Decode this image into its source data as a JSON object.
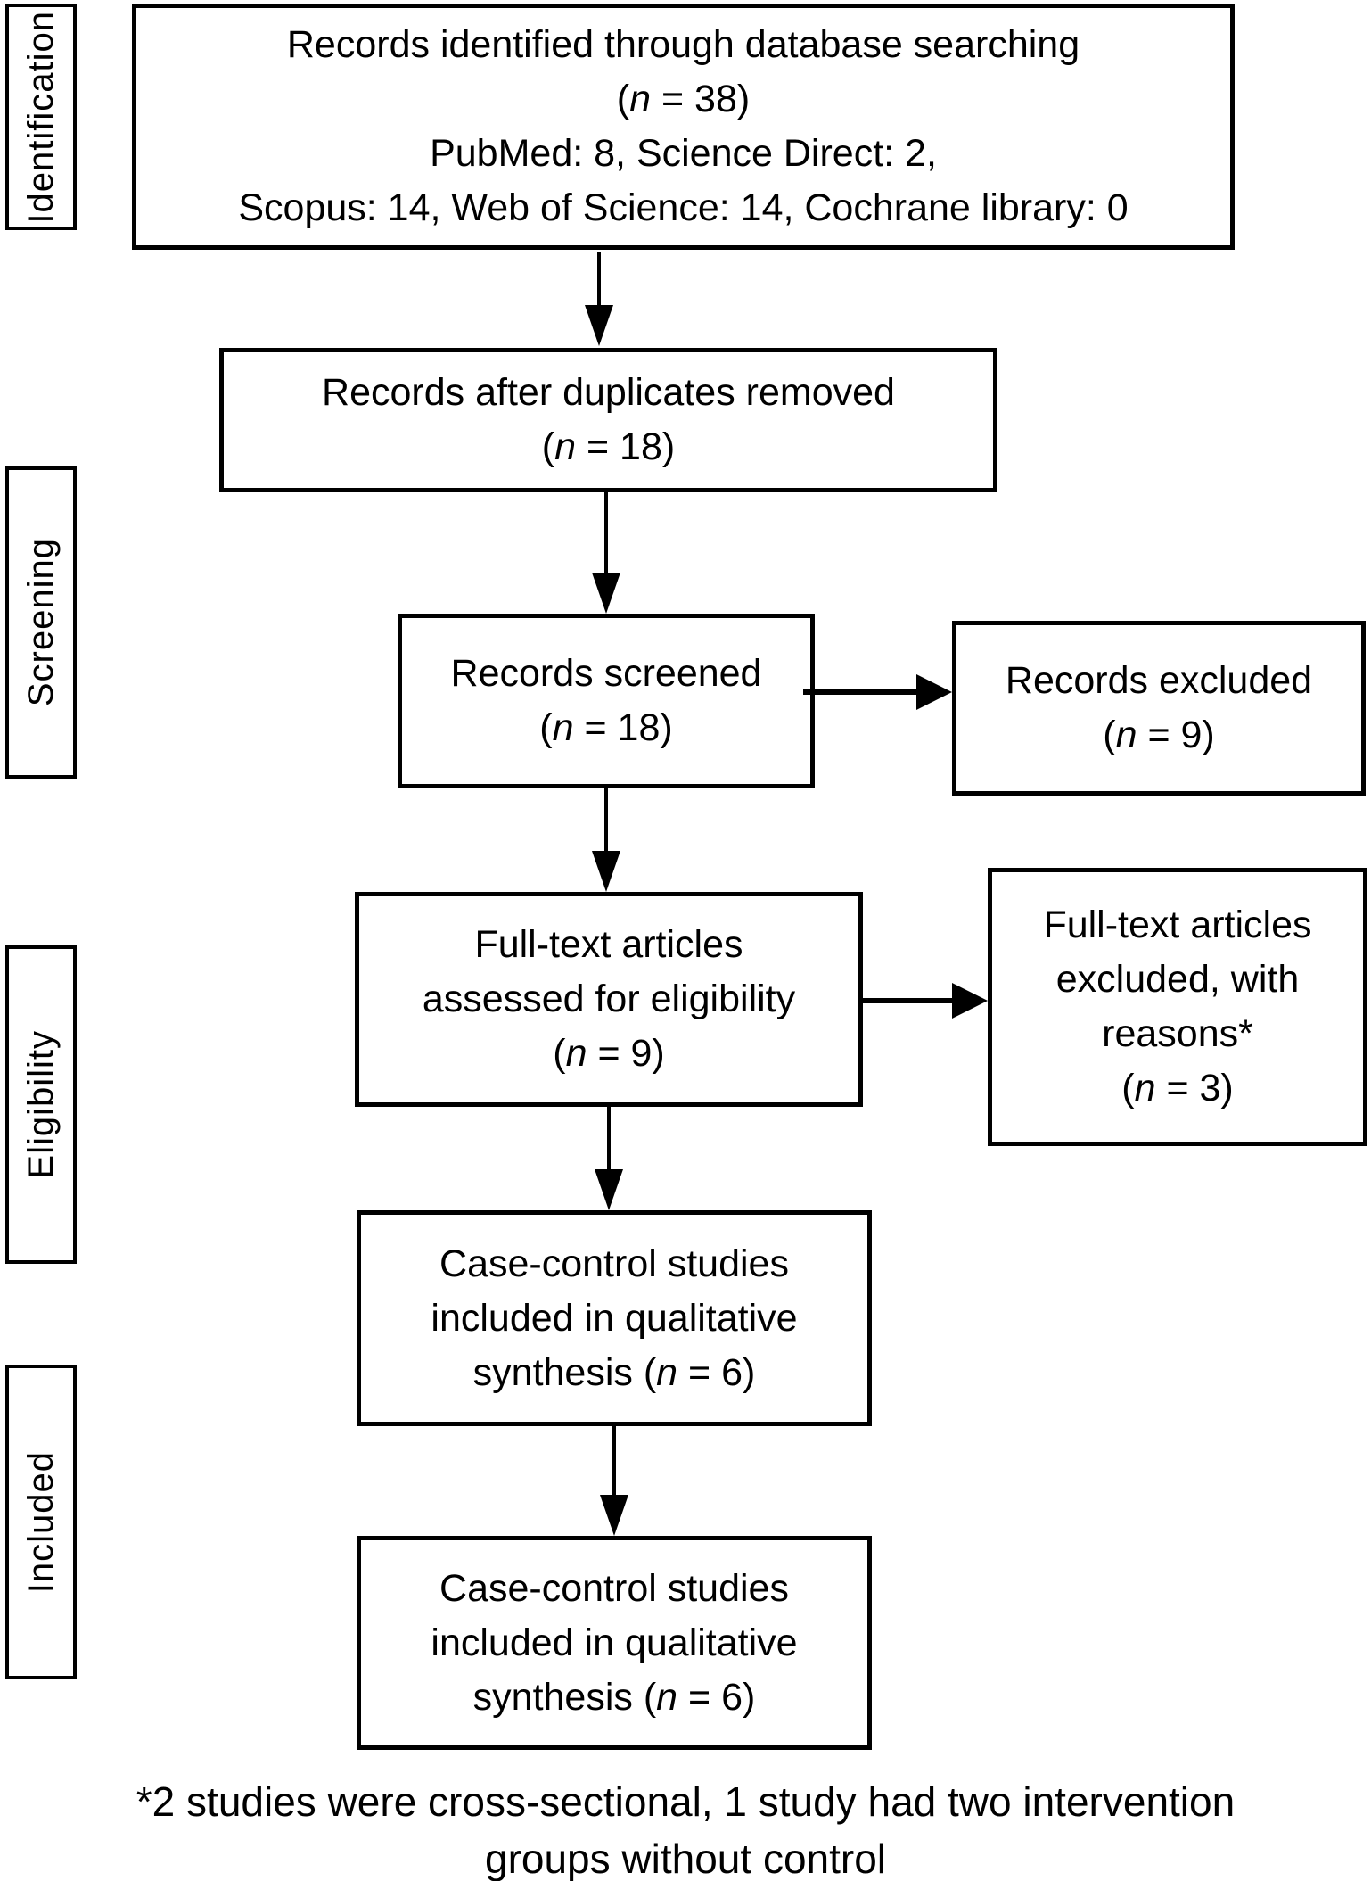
{
  "page": {
    "background_color": "#ffffff",
    "text_color": "#000000",
    "border_color": "#000000"
  },
  "stage_labels": [
    {
      "id": "identification",
      "label": "Identification"
    },
    {
      "id": "screening",
      "label": "Screening"
    },
    {
      "id": "eligibility",
      "label": "Eligibility"
    },
    {
      "id": "included",
      "label": "Included"
    }
  ],
  "flow_boxes": [
    {
      "id": "records-identified",
      "lines": [
        "Records identified through database searching",
        "(n = 38)",
        "PubMed: 8, Science Direct: 2,",
        "Scopus: 14, Web of Science: 14, Cochrane library: 0"
      ]
    },
    {
      "id": "records-after-duplicates",
      "lines": [
        "Records after duplicates removed",
        "(n = 18)"
      ]
    },
    {
      "id": "records-screened",
      "lines": [
        "Records screened",
        "(n = 18)"
      ]
    },
    {
      "id": "records-excluded",
      "lines": [
        "Records excluded",
        "(n = 9)"
      ]
    },
    {
      "id": "fulltext-assessed",
      "lines": [
        "Full-text articles",
        "assessed for eligibility",
        "(n = 9)"
      ]
    },
    {
      "id": "fulltext-excluded",
      "lines": [
        "Full-text articles",
        "excluded, with",
        "reasons*",
        "(n = 3)"
      ]
    },
    {
      "id": "qualitative-synthesis-1",
      "lines": [
        "Case-control studies",
        "included in qualitative",
        "synthesis (n = 6)"
      ]
    },
    {
      "id": "qualitative-synthesis-2",
      "lines": [
        "Case-control studies",
        "included in qualitative",
        "synthesis (n = 6)"
      ]
    }
  ],
  "footnote": {
    "lines": [
      "*2 studies were cross-sectional, 1 study had two intervention",
      "groups without control"
    ]
  }
}
